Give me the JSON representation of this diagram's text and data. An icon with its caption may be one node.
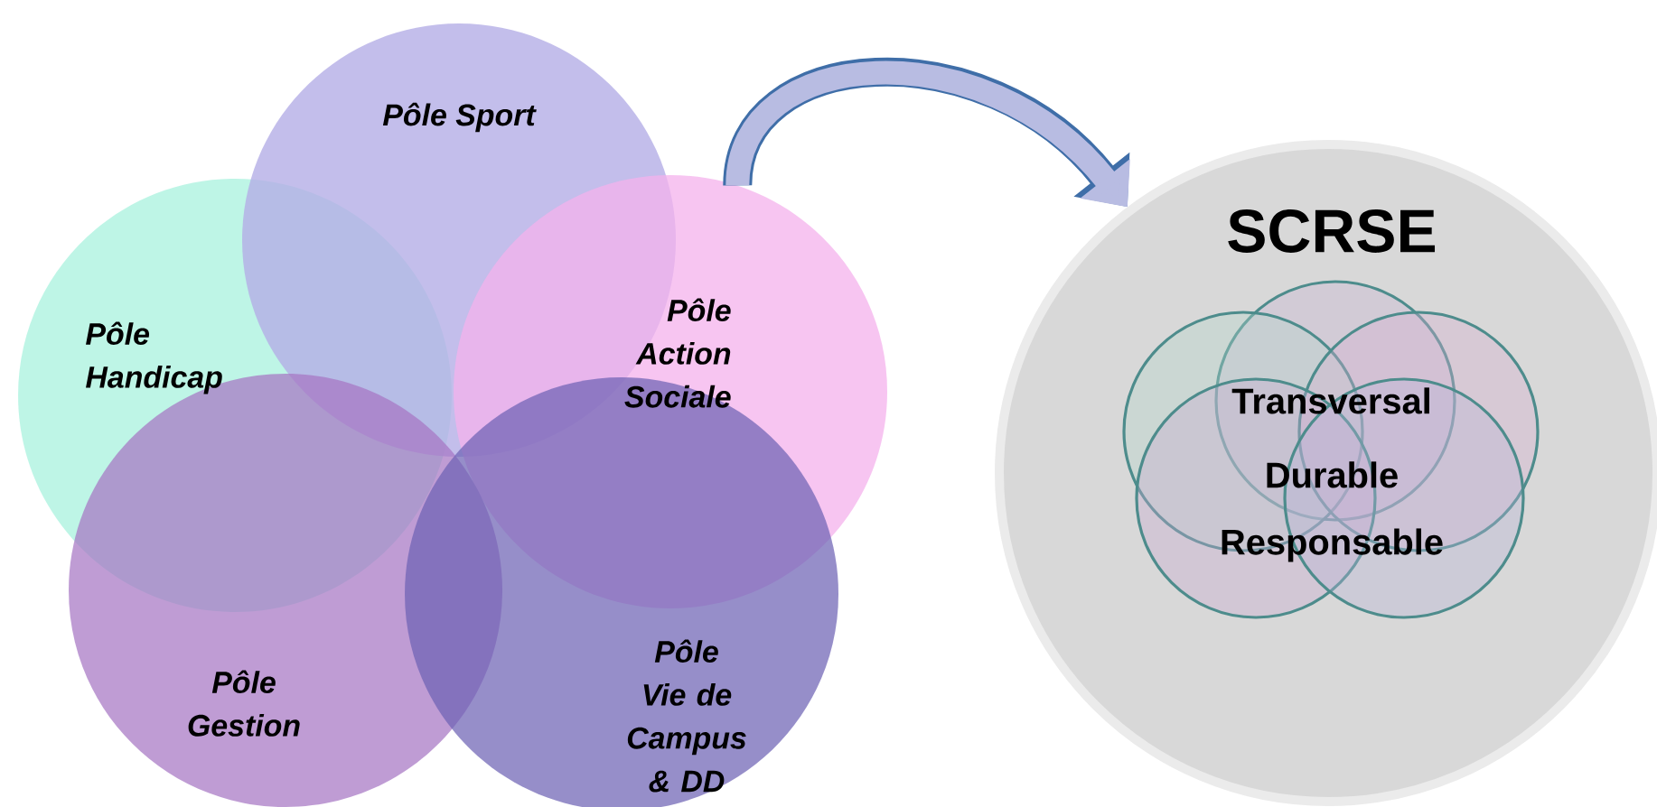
{
  "diagram": {
    "nodes": [
      {
        "text": [
          "Pôle Sport"
        ]
      },
      {
        "text": [
          "Pôle Handicap"
        ]
      },
      {
        "text": [
          "Pôle Action Sociale"
        ]
      },
      {
        "text": [
          "Pôle Gestion"
        ]
      },
      {
        "text": [
          "Pôle Vie de Campus & DD"
        ]
      },
      {
        "text": [
          "SCRSE",
          "Transversal",
          "Durable",
          "Responsable"
        ]
      }
    ],
    "edges": [
      {
        "from": 2,
        "to": 5,
        "arrow": "to"
      }
    ]
  }
}
